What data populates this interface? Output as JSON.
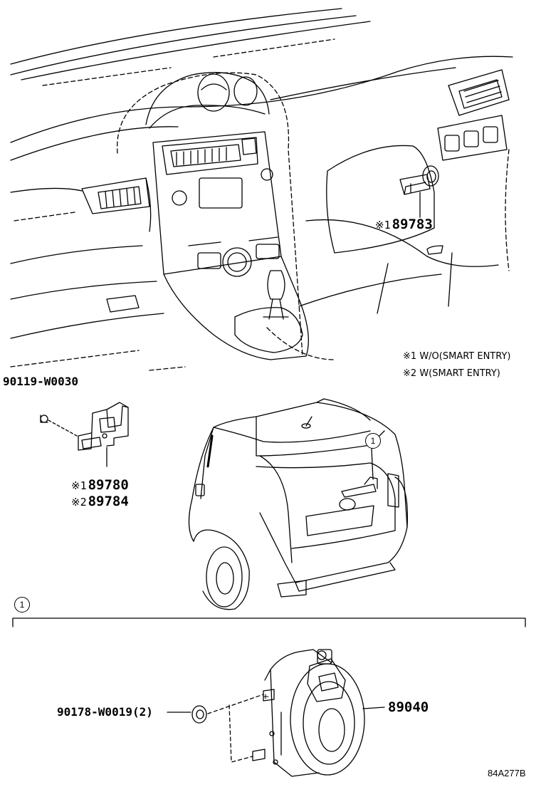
{
  "figure_code": "84A277B",
  "callout_ref": "1",
  "notes": [
    {
      "mark": "※1",
      "text": "W/O(SMART ENTRY)"
    },
    {
      "mark": "※2",
      "text": "W(SMART ENTRY)"
    }
  ],
  "parts": {
    "p89783": {
      "mark": "※1",
      "number": "89783"
    },
    "p90119": {
      "number": "90119-W0030"
    },
    "p89780": {
      "mark": "※1",
      "number": "89780"
    },
    "p89784": {
      "mark": "※2",
      "number": "89784"
    },
    "p90178": {
      "number": "90178-W0019(2)"
    },
    "p89040": {
      "number": "89040"
    }
  }
}
